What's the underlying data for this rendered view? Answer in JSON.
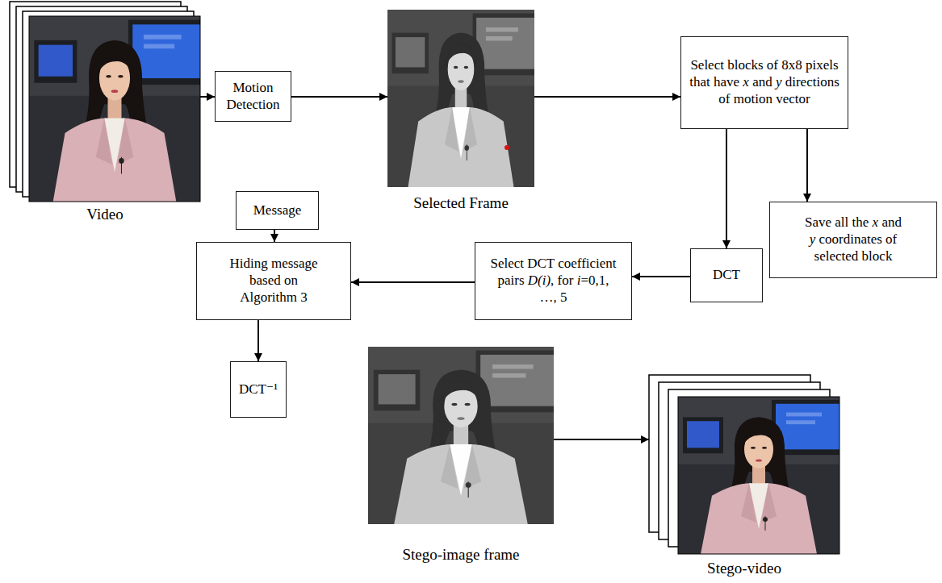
{
  "diagram": {
    "nodes": [
      {
        "text": [
          "Video"
        ]
      },
      {
        "text": [
          "Motion Detection"
        ]
      },
      {
        "text": [
          "Selected Frame"
        ]
      },
      {
        "text": [
          "Select blocks of 8x8 pixels that have x and y directions of motion vector"
        ]
      },
      {
        "text": [
          "Message"
        ]
      },
      {
        "text": [
          "Save all the x and y coordinates of selected block"
        ]
      },
      {
        "text": [
          "DCT"
        ]
      },
      {
        "text": [
          "Select DCT coefficient pairs D(i), for i=0,1, …, 5"
        ]
      },
      {
        "text": [
          "Hiding message based on Algorithm 3"
        ]
      },
      {
        "text": [
          "DCT⁻¹"
        ]
      },
      {
        "text": [
          "Stego-image frame"
        ]
      },
      {
        "text": [
          "Stego-video"
        ]
      }
    ],
    "edges": [
      {
        "from": 0,
        "to": 1,
        "arrow": "to"
      },
      {
        "from": 1,
        "to": 2,
        "arrow": "to"
      },
      {
        "from": 2,
        "to": 3,
        "arrow": "to"
      },
      {
        "from": 3,
        "to": 5,
        "arrow": "to"
      },
      {
        "from": 3,
        "to": 6,
        "arrow": "to"
      },
      {
        "from": 4,
        "to": 8,
        "arrow": "to"
      },
      {
        "from": 6,
        "to": 7,
        "arrow": "to"
      },
      {
        "from": 7,
        "to": 8,
        "arrow": "to"
      },
      {
        "from": 8,
        "to": 9,
        "arrow": "to"
      },
      {
        "from": 10,
        "to": 11,
        "arrow": "to"
      }
    ]
  }
}
